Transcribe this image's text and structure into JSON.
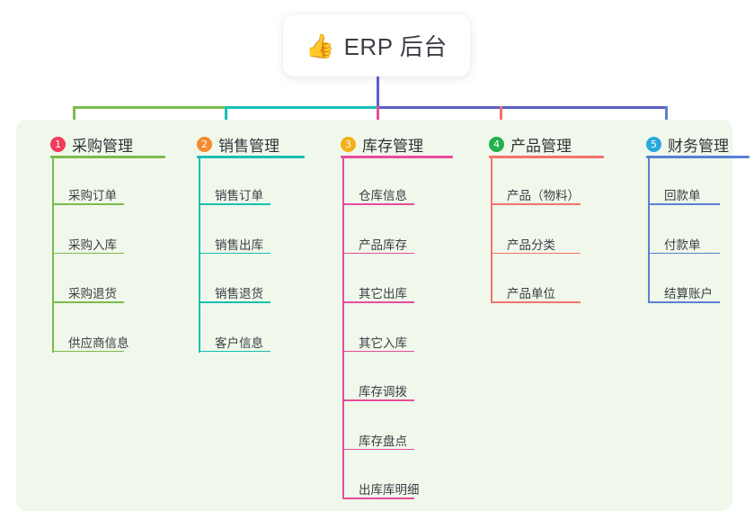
{
  "title": {
    "emoji": "👍",
    "emoji_name": "thumbs-up-icon",
    "text": "ERP 后台"
  },
  "colors": {
    "panel_background": "#eff8ea",
    "page_background": "#ffffff",
    "title_text": "#3b3f45",
    "stem": "#5b5fc7",
    "bus_left_green": "#7cbb4e",
    "bus_mid_teal": "#17bfb4",
    "bus_right_indigo": "#5b5fc7"
  },
  "columns": [
    {
      "index": "1",
      "title": "采购管理",
      "badge_color": "#ef3b5b",
      "line_color": "#7cbb4e",
      "items": [
        "采购订单",
        "采购入库",
        "采购退货",
        "供应商信息"
      ]
    },
    {
      "index": "2",
      "title": "销售管理",
      "badge_color": "#f58a2e",
      "line_color": "#17bfb4",
      "items": [
        "销售订单",
        "销售出库",
        "销售退货",
        "客户信息"
      ]
    },
    {
      "index": "3",
      "title": "库存管理",
      "badge_color": "#f5b018",
      "line_color": "#e94b9c",
      "items": [
        "仓库信息",
        "产品库存",
        "其它出库",
        "其它入库",
        "库存调拨",
        "库存盘点",
        "出库库明细"
      ]
    },
    {
      "index": "4",
      "title": "产品管理",
      "badge_color": "#22b14c",
      "line_color": "#f4736c",
      "items": [
        "产品（物料）",
        "产品分类",
        "产品单位"
      ]
    },
    {
      "index": "5",
      "title": "财务管理",
      "badge_color": "#29a8e0",
      "line_color": "#5b7fd4",
      "items": [
        "回款单",
        "付款单",
        "结算账户"
      ]
    }
  ]
}
